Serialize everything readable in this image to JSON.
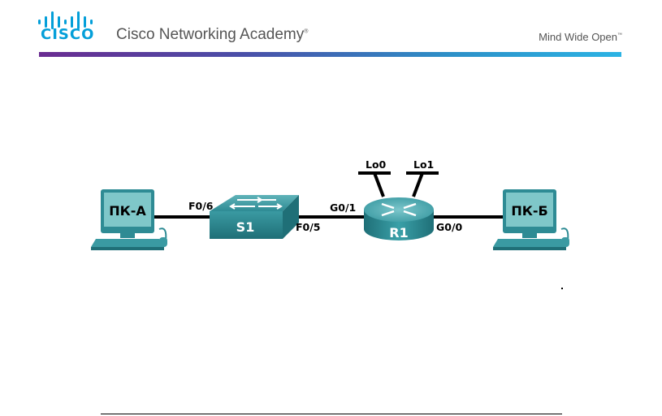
{
  "header": {
    "logo_text": "CISCO",
    "academy_name": "Cisco Networking Academy",
    "academy_mark": "®",
    "tagline": "Mind Wide Open",
    "tagline_mark": "™",
    "brand_color": "#049fd9"
  },
  "topology": {
    "devices": {
      "pc_a": "ПК-А",
      "switch": "S1",
      "router": "R1",
      "pc_b": "ПК-Б"
    },
    "interfaces": {
      "s1_f06": "F0/6",
      "s1_f05": "F0/5",
      "r1_g01": "G0/1",
      "r1_g00": "G0/0",
      "r1_lo0": "Lo0",
      "r1_lo1": "Lo1"
    },
    "colors": {
      "device_teal": "#2e8b94",
      "screen_teal": "#7fc7c9",
      "link": "#000000"
    }
  }
}
